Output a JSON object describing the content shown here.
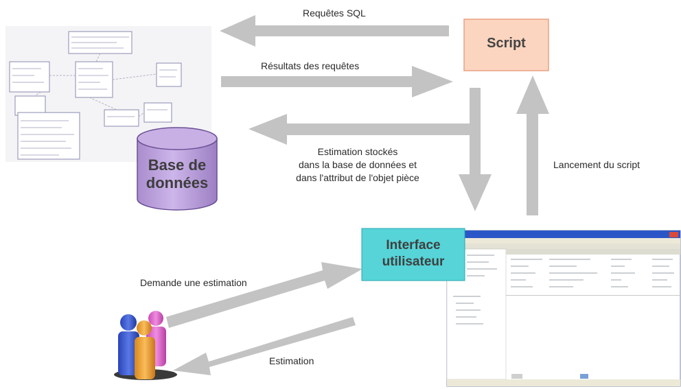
{
  "nodes": {
    "script": "Script",
    "database": [
      "Base de",
      "données"
    ],
    "interface": [
      "Interface",
      "utilisateur"
    ]
  },
  "edges": {
    "sql_requests": "Requêtes SQL",
    "query_results": "Résultats des requêtes",
    "stored_estimation": [
      "Estimation stockés",
      "dans la base de données et",
      "dans l'attribut de l'objet pièce"
    ],
    "launch_script": "Lancement du script",
    "request_estimation": "Demande une estimation",
    "estimation": "Estimation"
  },
  "colors": {
    "arrow": "#c3c3c3",
    "script_box": "#fbd5c0",
    "script_border": "#e9a283",
    "database_fill": "#c8b0e4",
    "interface_box": "#56d4d8",
    "user_blue": "#3d5bd0",
    "user_orange": "#f2a23a",
    "user_pink": "#e86bd2"
  },
  "icons": {
    "users": "group-of-users-icon",
    "app_window": "application-window-screenshot",
    "schema": "database-schema-image"
  }
}
